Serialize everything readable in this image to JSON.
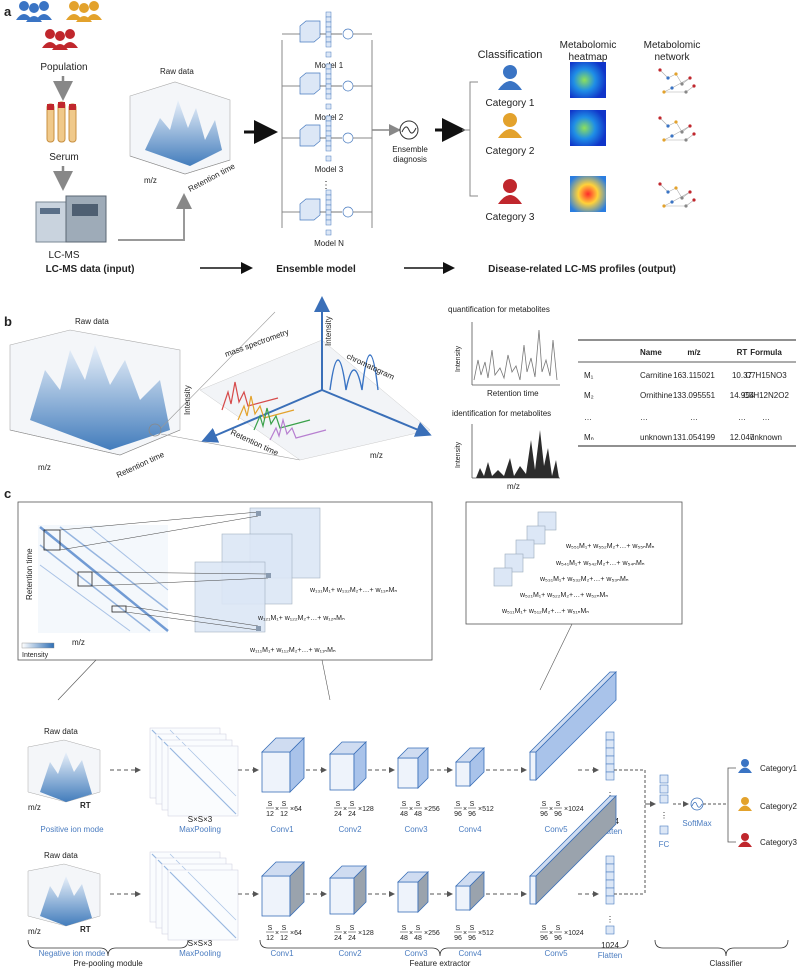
{
  "panel_a": {
    "letter": "a",
    "population": "Population",
    "serum": "Serum",
    "lcms": "LC-MS",
    "input_title": "LC-MS data  (input)",
    "raw_data": "Raw data",
    "mz": "m/z",
    "retention_time": "Retention time",
    "models": [
      "Model 1",
      "Model 2",
      "Model 3",
      "Model N"
    ],
    "model_dots": "⋮",
    "ensemble_diagnosis_line1": "Ensemble",
    "ensemble_diagnosis_line2": "diagnosis",
    "ensemble_model": "Ensemble model",
    "classification": "Classification",
    "heatmap_line1": "Metabolomic",
    "heatmap_line2": "heatmap",
    "network_line1": "Metabolomic",
    "network_line2": "network",
    "categories": [
      "Category 1",
      "Category 2",
      "Category 3"
    ],
    "output_title": "Disease-related LC-MS profiles (output)",
    "colors": {
      "cat1": "#3a74c4",
      "cat2": "#e3a22c",
      "cat3": "#c0272d"
    }
  },
  "panel_b": {
    "letter": "b",
    "raw_data": "Raw data",
    "intensity": "Intensity",
    "mz": "m/z",
    "retention_time": "Retention time",
    "mass_spectrometry": "mass spectrometry",
    "chromatogram": "chromatogram",
    "quant_title": "quantification for metabolites",
    "ident_title": "identification for metabolites",
    "quant_xlabel": "Retention time",
    "ident_xlabel": "m/z",
    "table": {
      "headers": [
        "",
        "Name",
        "m/z",
        "RT",
        "Formula"
      ],
      "rows": [
        [
          "M₁",
          "Carnitine",
          "163.115021",
          "10.37",
          "C7H15NO3"
        ],
        [
          "M₂",
          "Ornithine",
          "133.095551",
          "14.954",
          "C5H12N2O2"
        ],
        [
          "…",
          "…",
          "…",
          "…",
          "…"
        ],
        [
          "Mₙ",
          "unknown",
          "131.054199",
          "12.047",
          "unknown"
        ]
      ]
    }
  },
  "panel_c": {
    "letter": "c",
    "retention_time": "Retention time",
    "mz": "m/z",
    "intensity": "Intensity",
    "eq_top": [
      "w₁₃₁M₁+ w₁₃₂M₂+…+ w₁₃ₙMₙ",
      "w₁₂₁M₁+ w₁₂₂M₂+…+ w₁₂ₙMₙ",
      "w₁₁₁M₁+ w₁₁₂M₂+…+ w₁₁ₙMₙ"
    ],
    "eq_right": [
      "w₅₅₁M₁+ w₅₅₂M₂+…+ w₅₅ₙMₙ",
      "w₅₄₁M₁+ w₅₄₂M₂+…+ w₅₄ₙMₙ",
      "w₅₃₁M₁+ w₅₃₂M₂+…+ w₅₃ₙMₙ",
      "w₅₂₁M₁+ w₅₂₂M₂+…+ w₅₂ₙMₙ",
      "w₅₁₁M₁+ w₅₁₂M₂+…+ w₅₁ₙMₙ"
    ],
    "raw_data": "Raw data",
    "rt": "RT",
    "positive_mode": "Positive ion mode",
    "negative_mode": "Negative ion mode",
    "sxsx3": "S×S×3",
    "maxpooling": "MaxPooling",
    "conv_labels": [
      "Conv1",
      "Conv2",
      "Conv3",
      "Conv4",
      "Conv5"
    ],
    "conv_dims": [
      {
        "den": "12",
        "ch": "×64"
      },
      {
        "den": "24",
        "ch": "×128"
      },
      {
        "den": "48",
        "ch": "×256"
      },
      {
        "den": "96",
        "ch": "×512"
      },
      {
        "den": "96",
        "ch": "×1024"
      }
    ],
    "s": "S",
    "times": "×",
    "flatten": "Flatten",
    "n1024": "1024",
    "fc": "FC",
    "softmax": "SoftMax",
    "categories": [
      "Category1",
      "Category2",
      "Category3"
    ],
    "pre_pooling": "Pre-pooling module",
    "feature_extractor": "Feature extractor",
    "classifier": "Classifier"
  }
}
